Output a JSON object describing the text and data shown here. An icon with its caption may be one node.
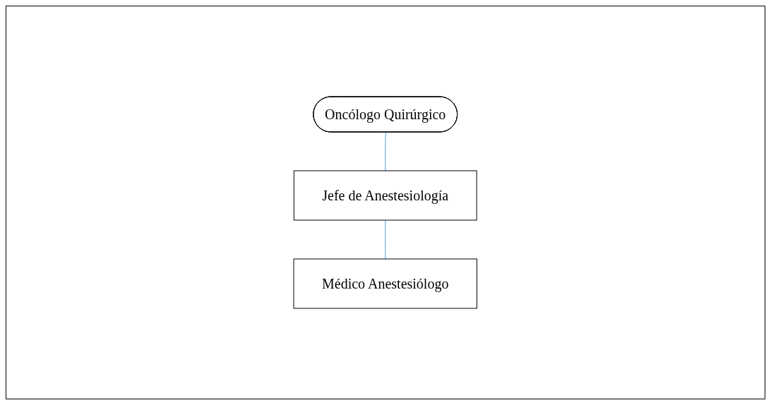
{
  "diagram": {
    "nodes": [
      {
        "text": [
          "Oncólogo Quirúrgico"
        ]
      },
      {
        "text": [
          "Jefe de Anestesiología"
        ]
      },
      {
        "text": [
          "Médico Anestesiólogo"
        ]
      }
    ],
    "edges": [
      {
        "from": 0,
        "to": 1,
        "arrow": "none"
      },
      {
        "from": 1,
        "to": 2,
        "arrow": "none"
      }
    ]
  }
}
